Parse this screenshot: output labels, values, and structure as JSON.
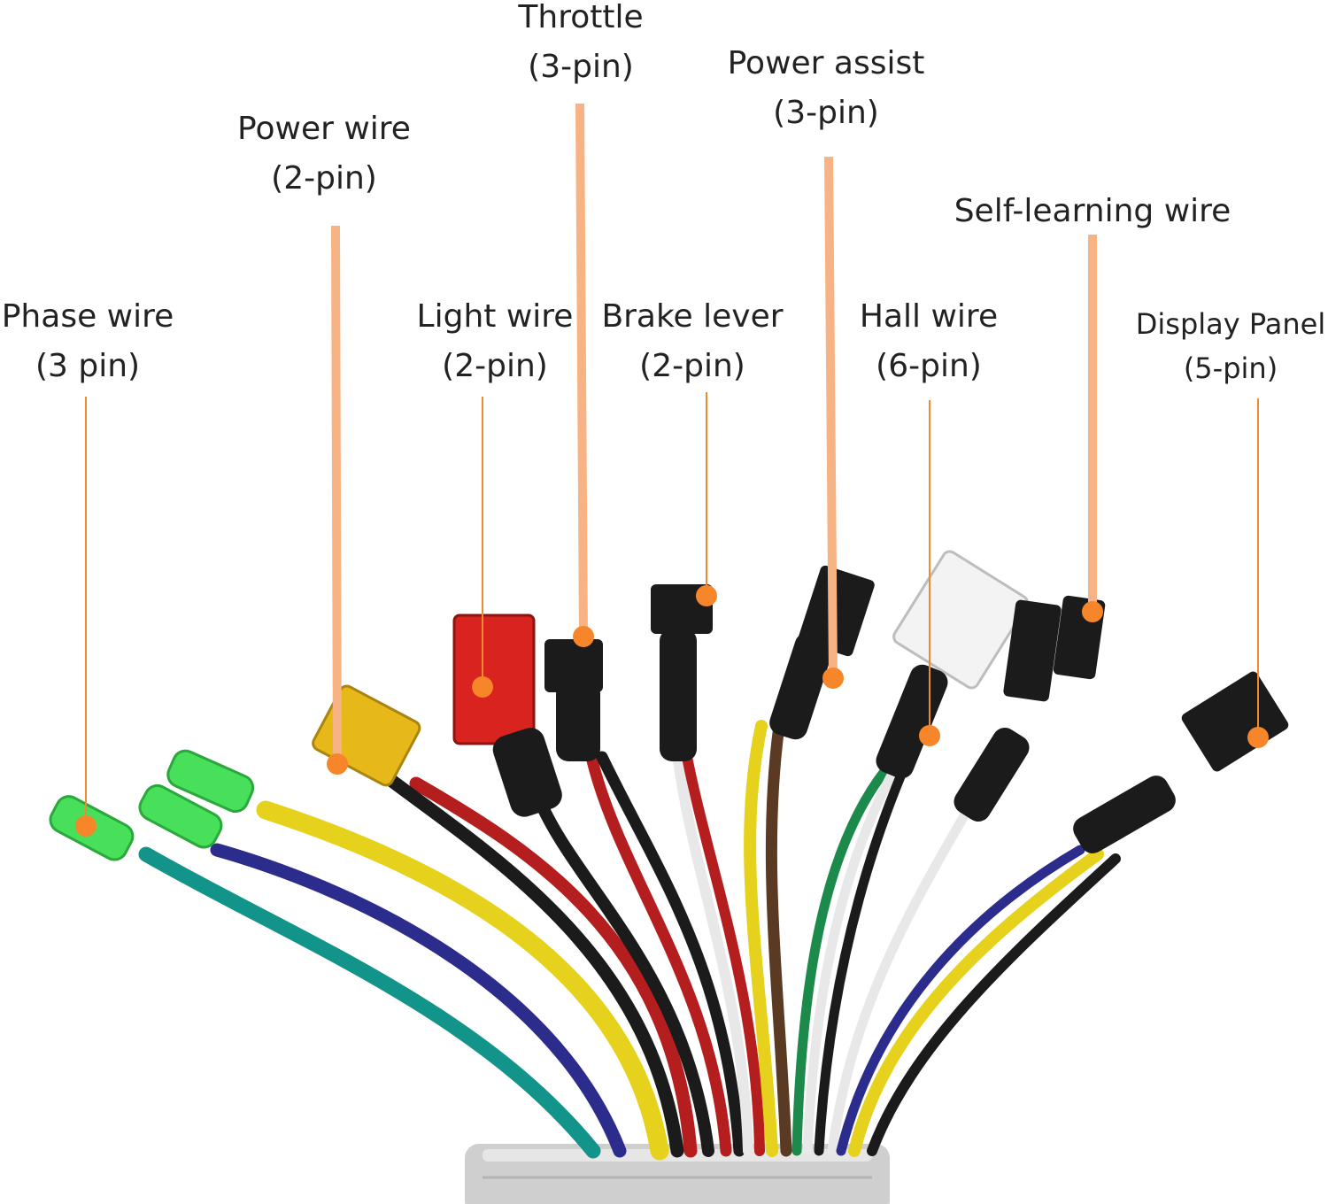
{
  "colors": {
    "leader_thick": "#f7b384",
    "leader_thin": "#f08a30",
    "marker": "#f7862a",
    "wire_teal": "#12948a",
    "wire_navy": "#2c2c8c",
    "wire_yellow": "#e6d21c",
    "wire_red": "#b51e1e",
    "wire_black": "#1b1b1b",
    "wire_brown": "#5a3a22",
    "wire_white": "#e8e8e8",
    "wire_green": "#1c8a4a",
    "connector_green": "#48e05a",
    "connector_yellow": "#e6b81a",
    "connector_red": "#d8231f",
    "controller_body": "#c9c9c9"
  },
  "labels": [
    {
      "id": "phase-wire",
      "line1": "Phase wire",
      "line2": "(3 pin)"
    },
    {
      "id": "power-wire",
      "line1": "Power wire",
      "line2": "(2-pin)"
    },
    {
      "id": "light-wire",
      "line1": "Light wire",
      "line2": "(2-pin)"
    },
    {
      "id": "throttle",
      "line1": "Throttle",
      "line2": "(3-pin)"
    },
    {
      "id": "brake-lever",
      "line1": "Brake lever",
      "line2": "(2-pin)"
    },
    {
      "id": "power-assist",
      "line1": "Power assist",
      "line2": "(3-pin)"
    },
    {
      "id": "hall-wire",
      "line1": "Hall wire",
      "line2": "(6-pin)"
    },
    {
      "id": "self-learning-wire",
      "line1": "Self-learning wire",
      "line2": ""
    },
    {
      "id": "display-panel",
      "line1": "Display Panel",
      "line2": "(5-pin)"
    }
  ]
}
